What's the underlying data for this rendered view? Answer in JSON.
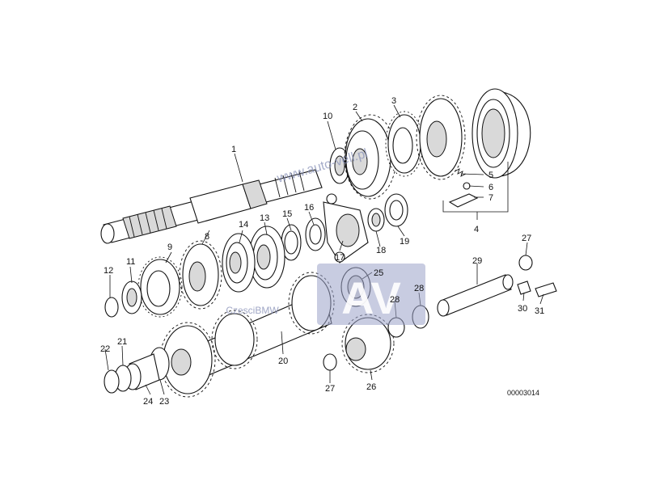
{
  "callouts": [
    "1",
    "2",
    "3",
    "4",
    "5",
    "6",
    "7",
    "8",
    "9",
    "10",
    "11",
    "12",
    "13",
    "14",
    "15",
    "16",
    "17",
    "18",
    "19",
    "20",
    "21",
    "22",
    "23",
    "24",
    "25",
    "26",
    "27",
    "27",
    "28",
    "28",
    "29",
    "30",
    "31"
  ],
  "watermarks": {
    "site": "www.auto-vell.pl",
    "badge": "AV",
    "text": "CzesciBMW"
  },
  "diagram_code": "00003014",
  "colors": {
    "ink": "#111111",
    "watermark": "#8891b8",
    "badge": "#9aa3c8"
  }
}
